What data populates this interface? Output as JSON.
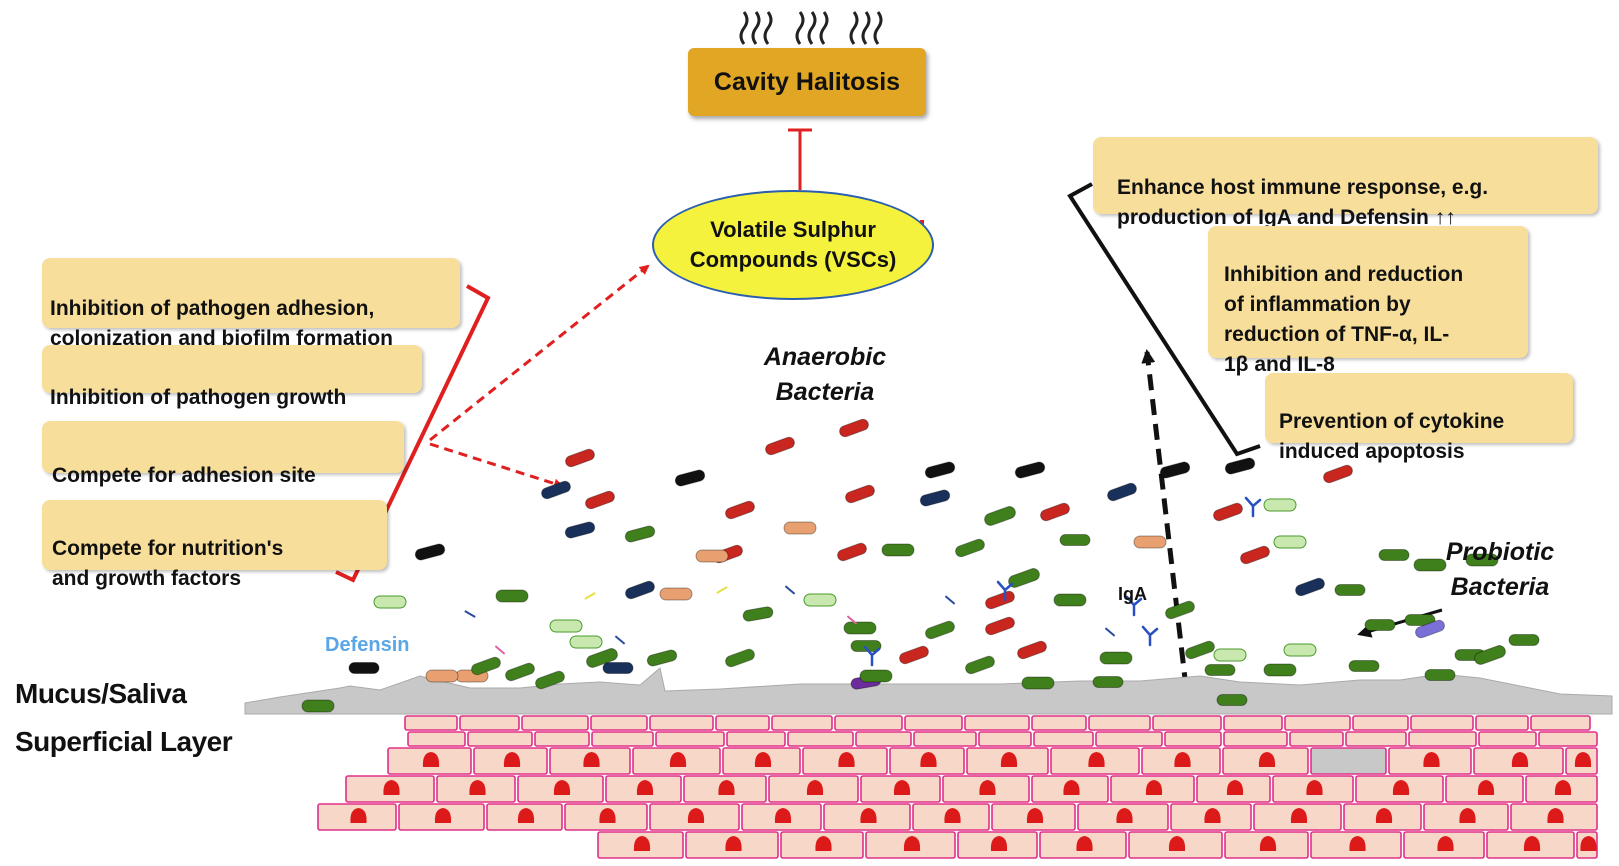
{
  "diagram": {
    "title": "Cavity Halitosis",
    "vscs": "Volatile Sulphur\nCompounds (VSCs)",
    "left_boxes": [
      "Inhibition of pathogen adhesion,\ncolonization and biofilm formation",
      "Inhibition of pathogen growth",
      "Compete for adhesion site",
      "Compete for nutrition's\n and  growth  factors"
    ],
    "right_boxes": [
      "Enhance host immune response, e.g.\nproduction of IgA and Defensin ↑↑",
      "Inhibition and reduction\n of inflammation by\nreduction  of TNF-α, IL-\n1β and IL-8",
      "Prevention of cytokine\ninduced apoptosis"
    ],
    "labels": {
      "anaerobic": "Anaerobic\nBacteria",
      "probiotic": "Probiotic\nBacteria",
      "iga": "IgA",
      "defensin": "Defensin",
      "mucus": "Mucus/Saliva",
      "superficial": "Superficial Layer"
    },
    "colors": {
      "inhibit_red": "#e02020",
      "box_fill": "#f7df9b",
      "title_fill": "#e0a624",
      "vsc_fill": "#f4f23c",
      "defensin_blue": "#5aa6e6",
      "mucus_gray": "#c8c8c8",
      "cell_fill": "#f6d7c8",
      "cell_border": "#e0308a",
      "nucleus": "#dd1a1a"
    }
  }
}
